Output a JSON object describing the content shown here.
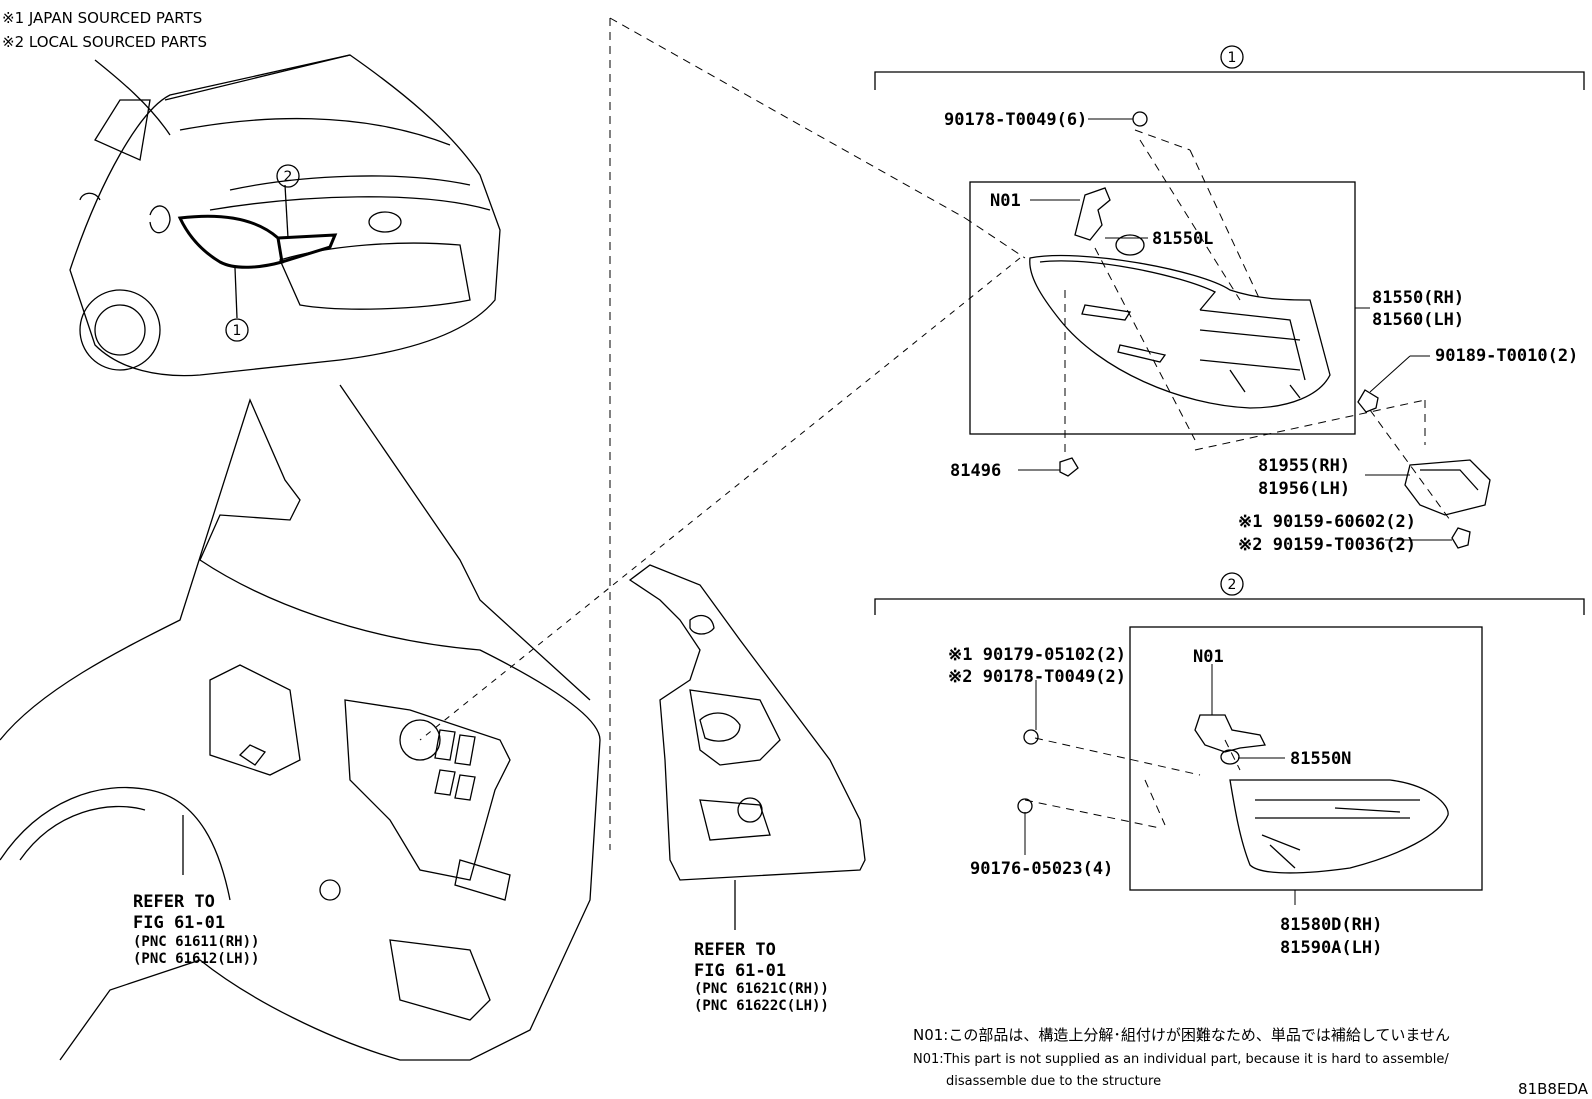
{
  "notes": {
    "japan_sourced": "※1 JAPAN SOURCED PARTS",
    "local_sourced": "※2 LOCAL SOURCED PARTS"
  },
  "callouts": {
    "one": "1",
    "two": "2"
  },
  "group1": {
    "clip_top": "90178-T0049(6)",
    "n01": "N01",
    "bulb": "81550L",
    "lamp_rh": "81550(RH)",
    "lamp_lh": "81560(LH)",
    "screw": "90189-T0010(2)",
    "grommet": "81496",
    "bracket_rh": "81955(RH)",
    "bracket_lh": "81956(LH)",
    "bolt_japan": "※1 90159-60602(2)",
    "bolt_local": "※2 90159-T0036(2)"
  },
  "group2": {
    "clip_japan": "※1 90179-05102(2)",
    "clip_local": "※2 90178-T0049(2)",
    "n01": "N01",
    "bulb": "81550N",
    "nut": "90176-05023(4)",
    "lamp_rh": "81580D(RH)",
    "lamp_lh": "81590A(LH)"
  },
  "refs": {
    "left": {
      "line1": "REFER TO",
      "line2": "FIG 61-01",
      "line3": "(PNC 61611(RH))",
      "line4": "(PNC 61612(LH))"
    },
    "middle": {
      "line1": "REFER TO",
      "line2": "FIG 61-01",
      "line3": "(PNC 61621C(RH))",
      "line4": "(PNC 61622C(LH))"
    }
  },
  "footnote": {
    "jp": "N01:この部品は、構造上分解･組付けが困難なため、単品では補給していません",
    "en1": "N01:This part is not supplied as an individual part, because it is hard to assemble/",
    "en2": "disassemble due to the structure"
  },
  "diagram_code": "81B8EDA"
}
